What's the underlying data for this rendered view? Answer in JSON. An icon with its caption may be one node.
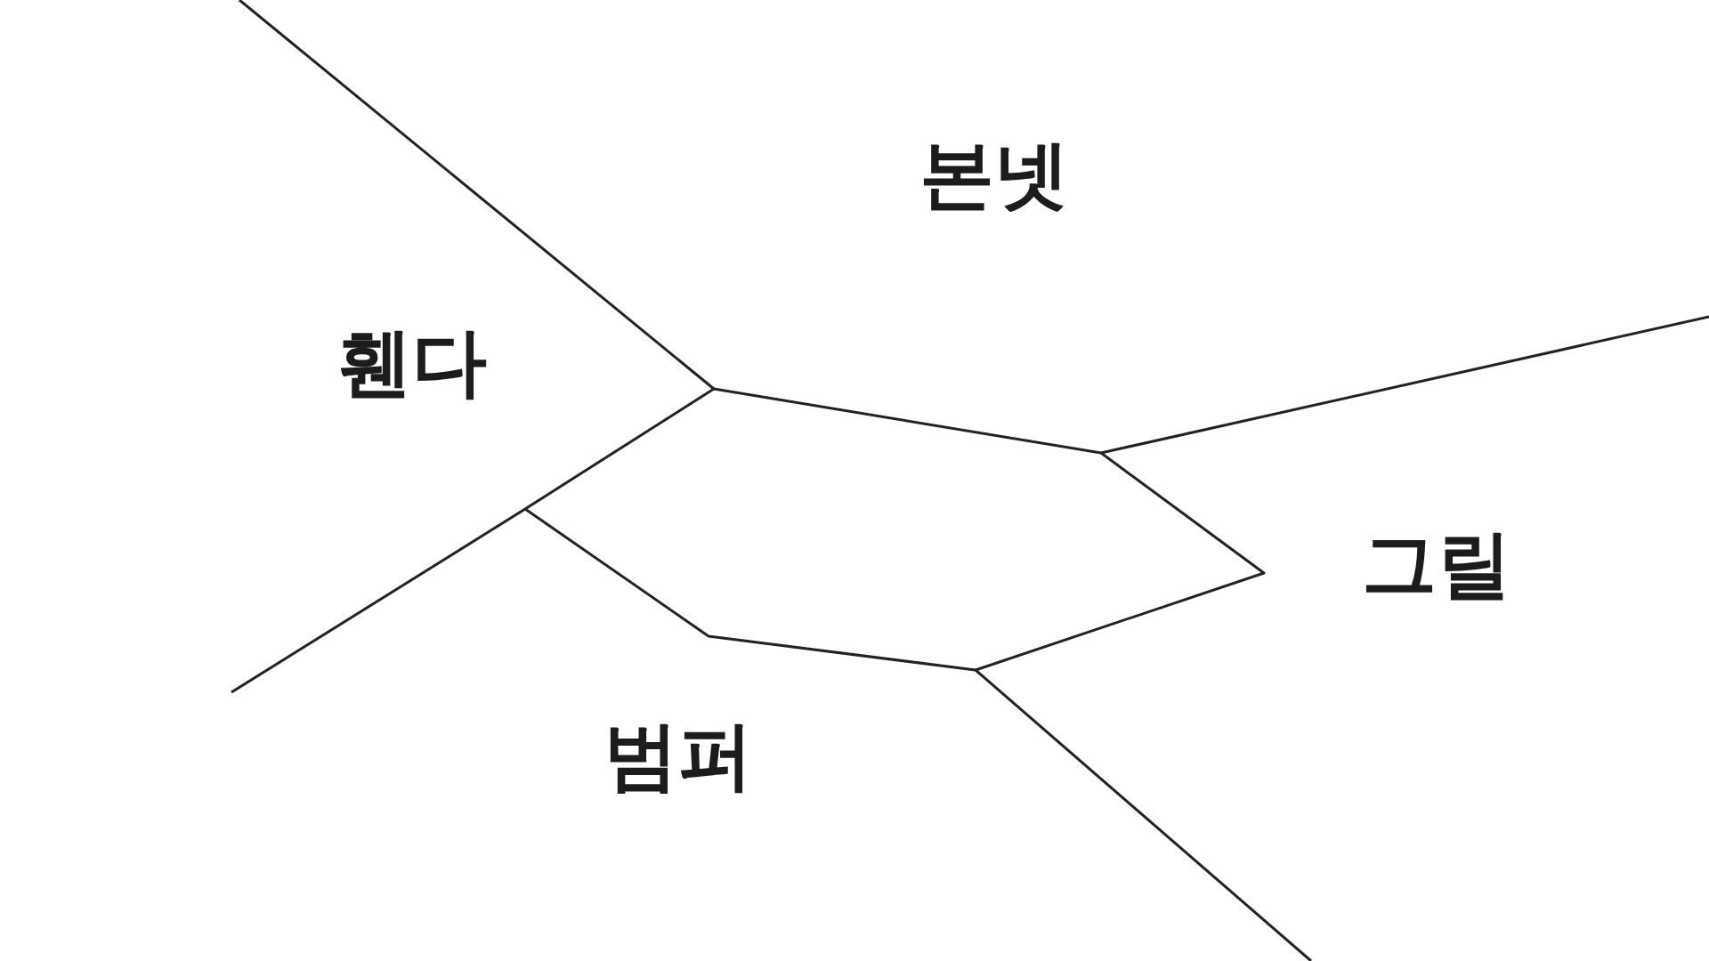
{
  "diagram": {
    "labels": [
      "본넷",
      "휀다",
      "그릴",
      "범퍼"
    ]
  }
}
